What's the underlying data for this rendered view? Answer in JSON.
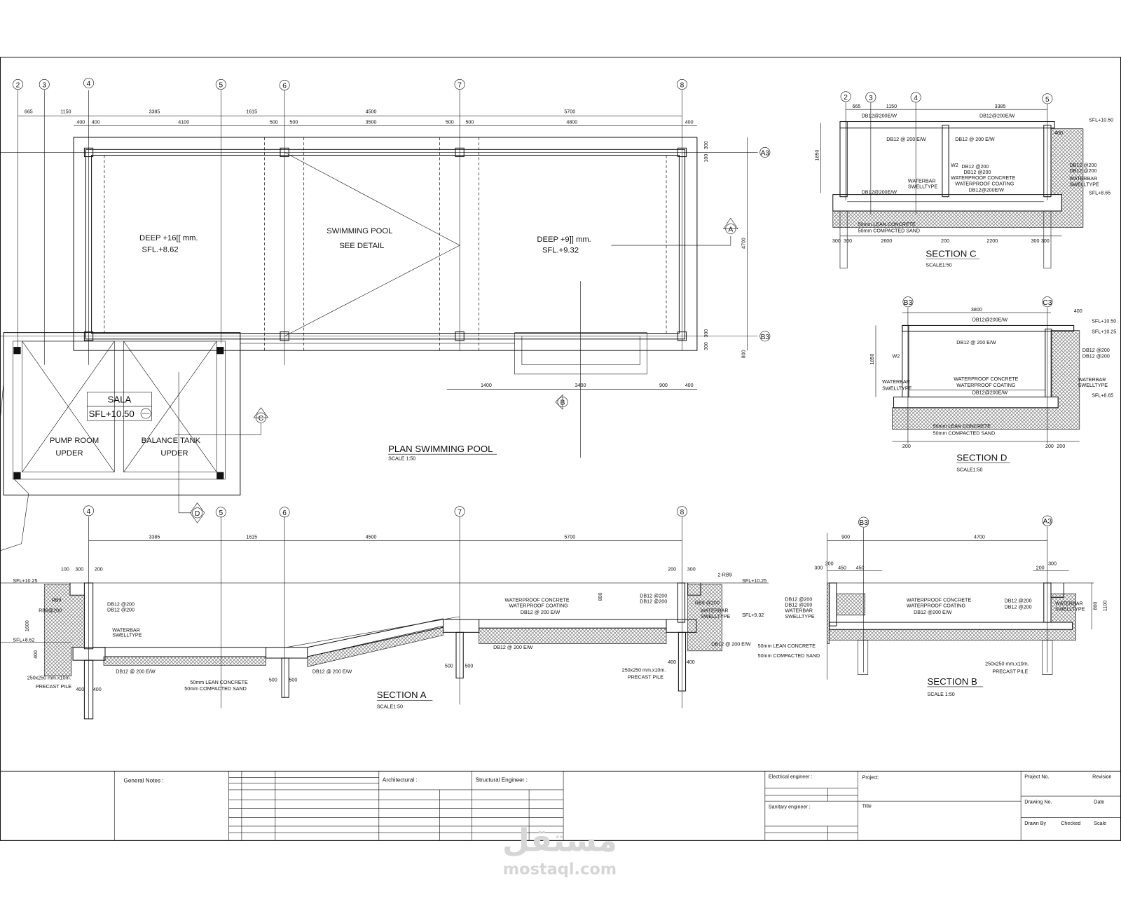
{
  "plan": {
    "grid_top": [
      "2",
      "3",
      "4",
      "5",
      "6",
      "7",
      "8"
    ],
    "dims_row1": [
      "665",
      "1150",
      "3385",
      "1615",
      "4500",
      "5700"
    ],
    "dims_row2": [
      "400",
      "400",
      "4100",
      "500",
      "500",
      "3500",
      "500",
      "500",
      "4800",
      "400"
    ],
    "dims_right": [
      "300",
      "100",
      "4700",
      "300",
      "300",
      "800"
    ],
    "dims_bottom": [
      "1400",
      "3400",
      "900",
      "400"
    ],
    "grid_right": [
      "A3",
      "B3"
    ],
    "section_markers": [
      "A",
      "B",
      "C",
      "D"
    ],
    "deep_left": "DEEP +16[[ mm.",
    "sfl_left": "SFL.+8.62",
    "pool_label": "SWIMMING  POOL",
    "see_detail": "SEE DETAIL",
    "deep_right": "DEEP +9]] mm.",
    "sfl_right": "SFL.+9.32",
    "sala": "SALA",
    "sala_sfl": "SFL+10.50",
    "pump_room": "PUMP ROOM",
    "balance_tank": "BALANCE TANK",
    "upder": "UPDER",
    "title": "PLAN   SWIMMING  POOL",
    "scale": "SCALE     1:50"
  },
  "section_a": {
    "grid": [
      "4",
      "5",
      "6",
      "7",
      "8"
    ],
    "dims": [
      "3385",
      "1615",
      "4500",
      "5700"
    ],
    "left_small_dims": [
      "100",
      "300",
      "200"
    ],
    "right_small_dims": [
      "200",
      "300"
    ],
    "sfl_top_left": "SFL+10.25",
    "sfl_bottom_left": "SFL+8.62",
    "sfl_top_right": "SFL+10.25",
    "sfl_right_mid": "SFL+9.32",
    "h1600": "1600",
    "h400": "400",
    "h800": "800",
    "rb9": "RB9",
    "rb9_200": "RB9@200",
    "rb9_200_right": "RB9 @200",
    "two_rb9": "2-RB9",
    "db12_200": "DB12 @200",
    "db12_200ew": "DB12 @ 200 E/W",
    "waterbar": "WATERBAR",
    "swelltype": "SWELLTYPE",
    "lean_concrete": "50mm LEAN CONCRETE",
    "compacted_sand": "50mm COMPACTED SAND",
    "wp_concrete": "WATERPROOF CONCRETE",
    "wp_coating": "WATERPROOF COATING",
    "pile_size": "250x250 mm.x10m.",
    "precast_pile": "PRECAST PILE",
    "d400": "400",
    "d500": "500",
    "title": "SECTION   A",
    "scale": "SCALE1:50"
  },
  "section_c": {
    "grid": [
      "2",
      "3",
      "4",
      "5"
    ],
    "dims_top": [
      "665",
      "1150",
      "3385"
    ],
    "dims_bottom": [
      "300",
      "300",
      "2600",
      "200",
      "2200",
      "300",
      "300"
    ],
    "h1850": "1850",
    "db12_200ew": "DB12@200E/W",
    "db12_at_200ew": "DB12 @ 200 E/W",
    "db12_200": "DB12 @200",
    "w2": "W2",
    "wp_concrete": "WATERPROOF CONCRETE",
    "wp_coating": "WATERPROOF COATING",
    "waterbar": "WATERBAR",
    "swelltype": "SWELLTYPE",
    "lean_concrete": "50mm LEAN CONCRETE",
    "compacted_sand": "50mm COMPACTED SAND",
    "d400": "400",
    "sfl_top": "SFL+10.50",
    "sfl_bottom": "SFL+8.65",
    "title": "SECTION   C",
    "scale": "SCALE1:50"
  },
  "section_d": {
    "grid": [
      "B3",
      "C3"
    ],
    "dims_top": [
      "3800",
      "400"
    ],
    "dims_bottom": [
      "200",
      "200",
      "200"
    ],
    "h1850": "1850",
    "db12_200ew": "DB12@200E/W",
    "db12_at_200ew": "DB12 @ 200 E/W",
    "db12_200": "DB12 @200",
    "w2": "W2",
    "wp_concrete": "WATERPROOF CONCRETE",
    "wp_coating": "WATERPROOF COATING",
    "waterbar": "WATERBAR",
    "swelltype": "SWELLTYPE",
    "lean_concrete": "50mm LEAN CONCRETE",
    "compacted_sand": "50mm COMPACTED SAND",
    "sfl_1": "SFL+10.50",
    "sfl_2": "SFL+10.25",
    "sfl_3": "SFL+8.65",
    "title": "SECTION   D",
    "scale": "SCALE1:50"
  },
  "section_b": {
    "grid": [
      "B3",
      "A3"
    ],
    "dims_top": [
      "900",
      "4700"
    ],
    "small_left": [
      "300",
      "200",
      "450",
      "450"
    ],
    "small_right": [
      "200",
      "300"
    ],
    "h1100": "1100",
    "h800": "800",
    "db12_200": "DB12 @200",
    "waterbar": "WATERBAR",
    "swelltype": "SWELLTYPE",
    "wp_concrete": "WATERPROOF CONCRETE",
    "wp_coating": "WATERPROOF COATING",
    "db12_200ew": "DB12 @200 E/W",
    "pile_size": "250x250 mm.x10m.",
    "precast_pile": "PRECAST PILE",
    "title": "SECTION   B",
    "scale": "SCALE     1:50"
  },
  "title_block": {
    "general_notes": "General Notes :",
    "architectural": "Architectural :",
    "structural": "Structural Engineer :",
    "electrical": "Electrical engineer :",
    "sanitary": "Sanitary engineer :",
    "project": "Project:",
    "title": "Title",
    "project_no": "Project No.",
    "revision": "Revision",
    "drawing_no": "Drawing No.",
    "date": "Date",
    "drawn_by": "Drawn By",
    "checked": "Checked",
    "scale": "Scale"
  },
  "watermark": {
    "arabic": "مستقل",
    "latin": "mostaql.com"
  }
}
